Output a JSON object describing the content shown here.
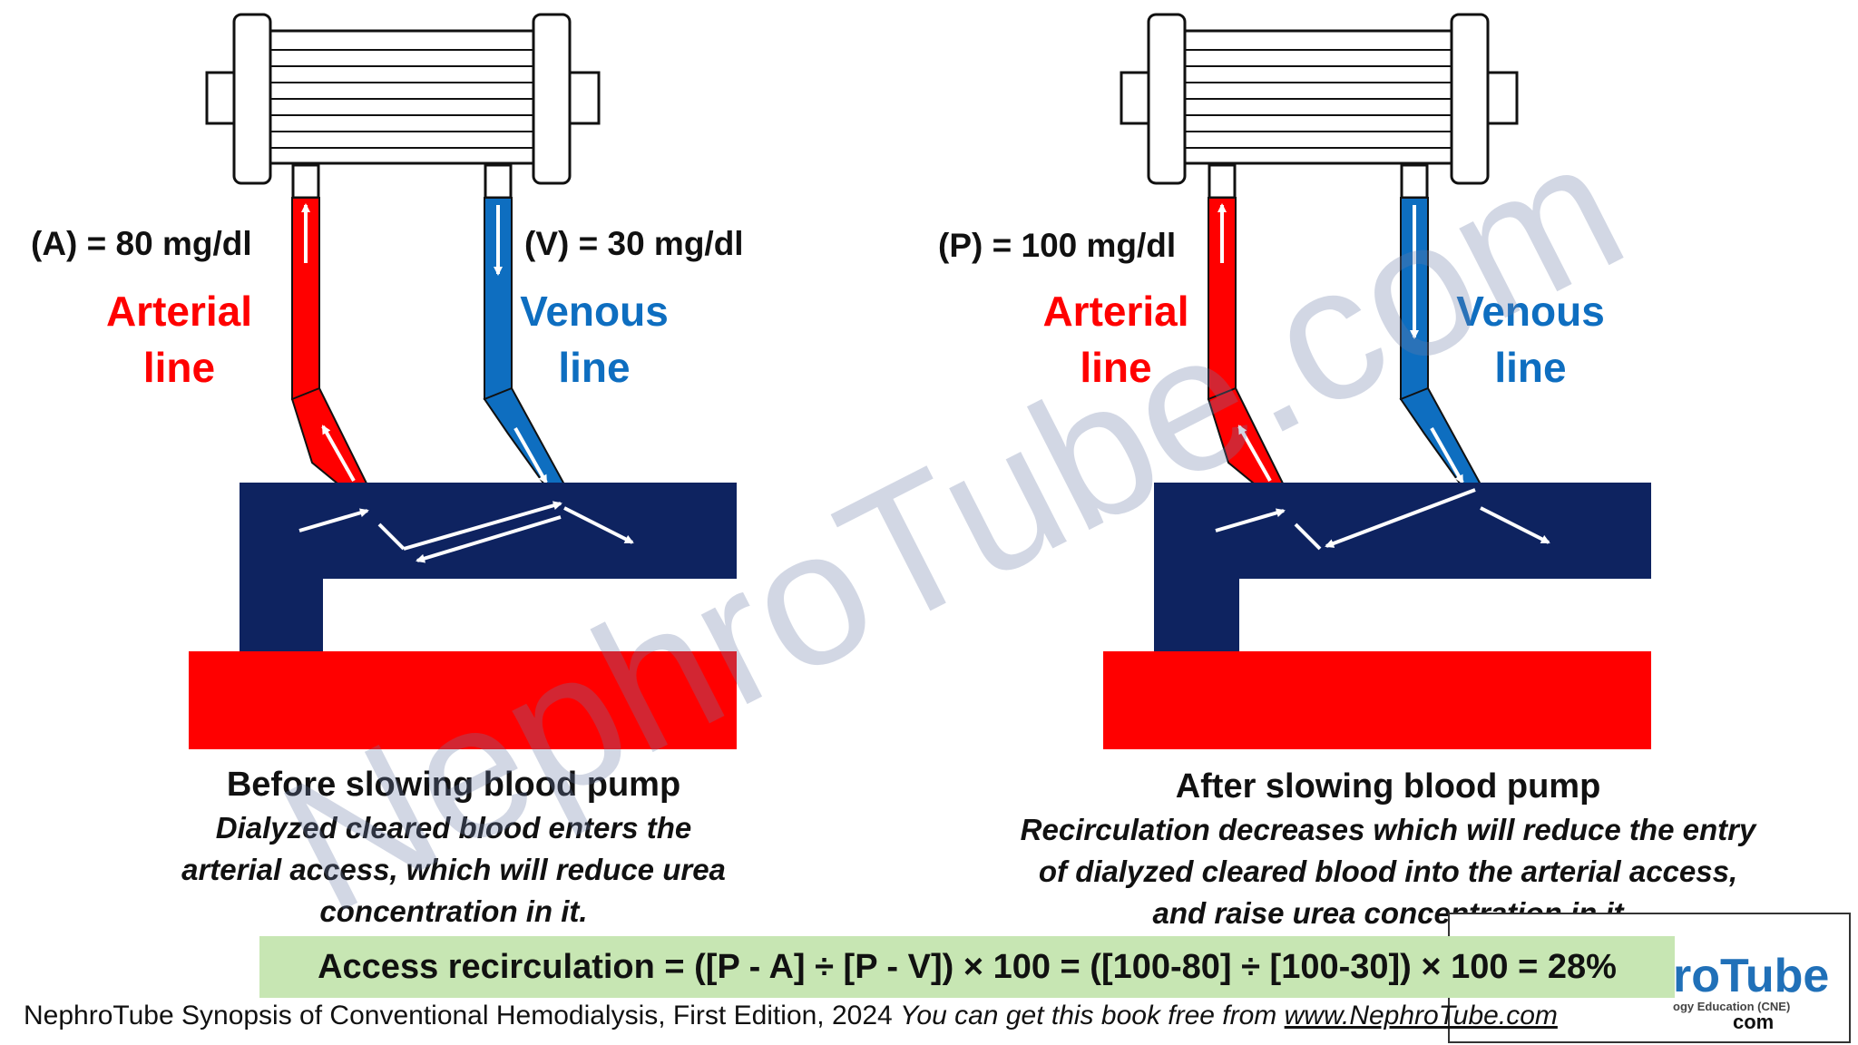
{
  "left": {
    "concentration_a": "(A) = 80 mg/dl",
    "concentration_v": "(V) = 30 mg/dl",
    "arterial_label": [
      "Arterial",
      "line"
    ],
    "venous_label": [
      "Venous",
      "line"
    ],
    "caption_title": "Before slowing blood pump",
    "caption_body": [
      "Dialyzed cleared blood enters the",
      "arterial access, which will reduce urea",
      "concentration in it."
    ]
  },
  "right": {
    "concentration_p": "(P) = 100 mg/dl",
    "arterial_label": [
      "Arterial",
      "line"
    ],
    "venous_label": [
      "Venous",
      "line"
    ],
    "caption_title": "After slowing blood pump",
    "caption_body": [
      "Recirculation decreases which will reduce the entry",
      "of dialyzed cleared blood into the arterial access,",
      "and raise urea concentration in it"
    ]
  },
  "formula": "Access recirculation = ([P - A] ÷ [P - V]) × 100 = ([100-80] ÷ [100-30]) × 100 = 28%",
  "footer": {
    "text": "NephroTube Synopsis of Conventional Hemodialysis, First Edition, 2024 ",
    "italic": "You can get this book free from ",
    "link": "www.NephroTube.com"
  },
  "logo": {
    "text": "roTube",
    "subtext": "ogy Education (CNE)",
    "suffix": "com"
  },
  "watermark": "NephroTube.com",
  "colors": {
    "arterial": "#ff0000",
    "venous": "#0e6ec0",
    "vessel": "#0e2360",
    "formula_bg": "#c7e6b3"
  }
}
